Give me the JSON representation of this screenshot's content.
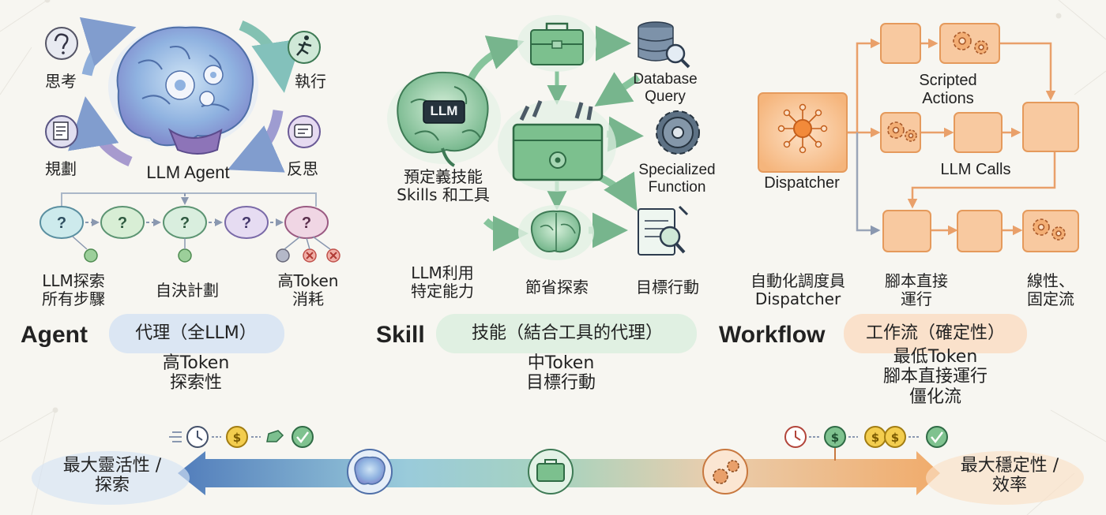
{
  "agent": {
    "center_label": "LLM Agent",
    "cycle": {
      "think": "思考",
      "execute": "執行",
      "plan": "規劃",
      "reflect": "反思"
    },
    "steps": [
      "LLM探索",
      "所有步驟",
      "自決計劃",
      "高Token",
      "消耗"
    ],
    "heading": "Agent",
    "subtitle": "代理（全LLM）",
    "traits": [
      "高Token",
      "探索性"
    ]
  },
  "skill": {
    "llm_badge": "LLM",
    "brain_caption": [
      "預定義技能",
      "Skills 和工具"
    ],
    "database": [
      "Database",
      "Query"
    ],
    "function": [
      "Specialized",
      "Function"
    ],
    "bottom": [
      "LLM利用",
      "特定能力",
      "節省探索",
      "目標行動"
    ],
    "heading": "Skill",
    "subtitle": "技能（結合工具的代理）",
    "traits": [
      "中Token",
      "目標行動"
    ]
  },
  "workflow": {
    "dispatcher_label": "Dispatcher",
    "scripted": [
      "Scripted",
      "Actions"
    ],
    "llm_calls": "LLM Calls",
    "bottom": [
      "自動化調度員",
      "Dispatcher",
      "腳本直接",
      "運行",
      "線性、",
      "固定流"
    ],
    "heading": "Workflow",
    "subtitle": "工作流（確定性）",
    "traits": [
      "最低Token",
      "腳本直接運行",
      "僵化流"
    ]
  },
  "spectrum": {
    "left": [
      "最大靈活性 /",
      "探索"
    ],
    "right": [
      "最大穩定性 /",
      "效率"
    ]
  },
  "colors": {
    "blue": "#5a86c4",
    "purple": "#9a8bc8",
    "green": "#5aa57a",
    "teal": "#6fb8b2",
    "orange": "#f0a669",
    "orange_fill": "#f8c9a0",
    "red": "#d9685a",
    "gold": "#e8b835"
  },
  "icons": [
    "question-icon",
    "runner-icon",
    "document-icon",
    "reflect-icon",
    "gear-icon",
    "database-icon",
    "magnifier-icon",
    "toolbox-icon",
    "brain-icon",
    "clock-icon",
    "coin-icon",
    "check-icon",
    "cross-icon",
    "dispatcher-icon"
  ]
}
